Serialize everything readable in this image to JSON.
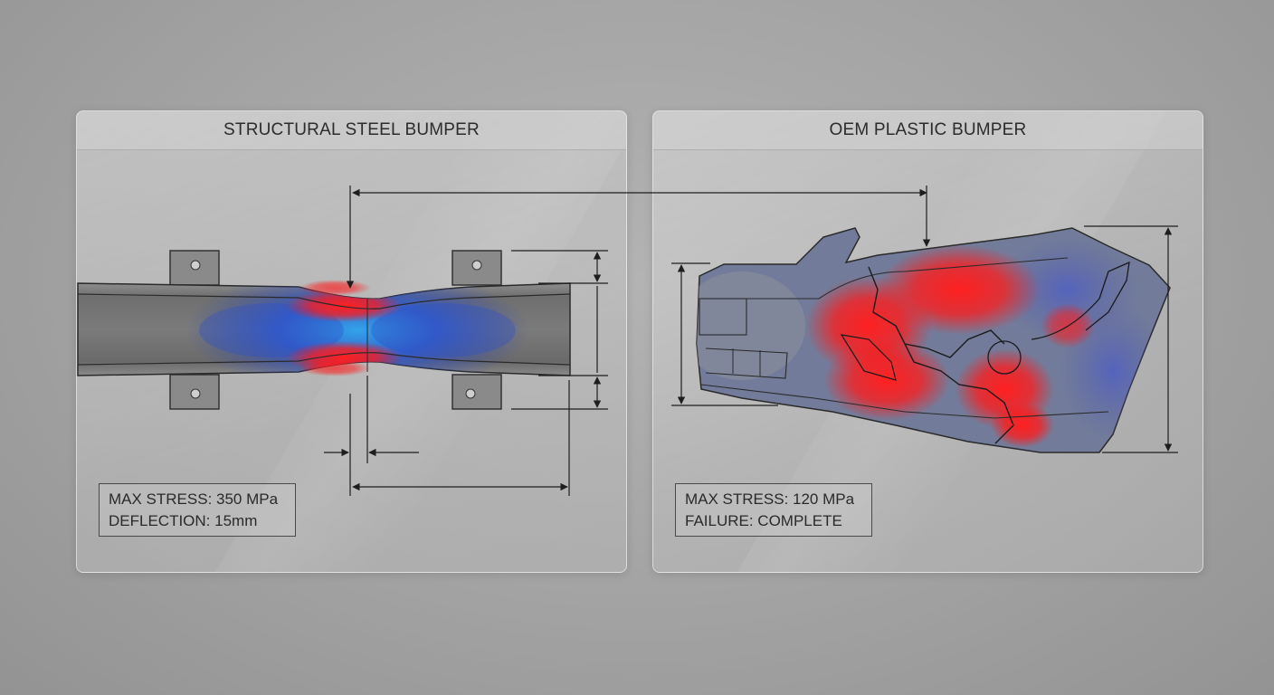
{
  "panels": {
    "left": {
      "title": "STRUCTURAL STEEL BUMPER",
      "stats": [
        "MAX STRESS: 350 MPa",
        "DEFLECTION: 15mm"
      ]
    },
    "right": {
      "title": "OEM PLASTIC BUMPER",
      "stats": [
        "MAX STRESS: 120 MPa",
        "FAILURE: COMPLETE"
      ]
    }
  },
  "colors": {
    "stress_high": "#ff1a1a",
    "stress_low": "#2a4cd6",
    "stress_mid": "#2fa6f0"
  }
}
